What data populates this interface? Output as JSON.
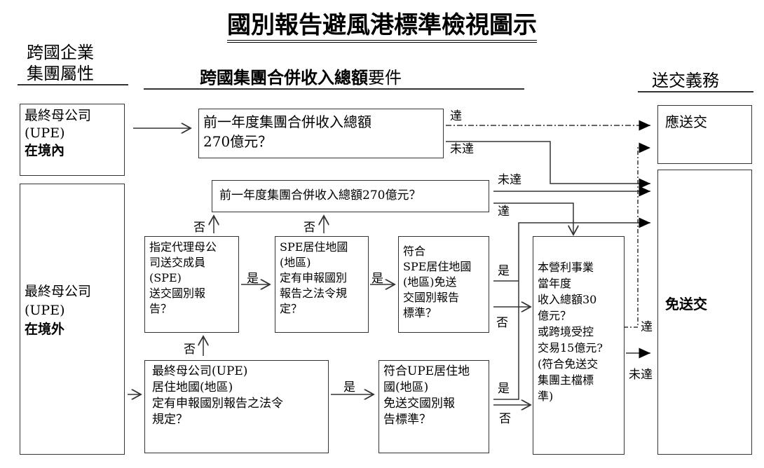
{
  "title": "國別報告避風港標準檢視圖示",
  "headers": {
    "entity_attr": "跨國企業\n集團屬性",
    "revenue_req_bold": "跨國集團合併收入總額",
    "revenue_req_rest": "要件",
    "obligation": "送交義務"
  },
  "boxes": {
    "upe_domestic": {
      "line1": "最終母公司\n(UPE)",
      "line2": "在境內"
    },
    "upe_foreign": {
      "line1": "最終母公司\n(UPE)",
      "line2": "在境外"
    },
    "q_revenue_domestic": "前一年度集團合併收入總額\n270億元？",
    "q_revenue_foreign": "前一年度集團合併收入總額270億元？",
    "q_spe_designated": "指定代理母公\n司送交成員\n(SPE)\n送交國別報\n告？",
    "q_spe_country_law": "SPE居住地國\n(地區)\n定有申報國別\n報告之法令規\n定？",
    "q_spe_exempt": "符合\nSPE居住地國\n(地區)免送\n交國別報告\n標準？",
    "q_upe_country_law": "最終母公司(UPE)\n居住地國(地區)\n定有申報國別報告之法令\n規定？",
    "q_upe_exempt": "符合UPE居住地\n國(地區)\n免送交國別報\n告標準？",
    "q_local_entity": "本營利事業\n當年度\n收入總額30\n億元？\n或跨境受控\n交易15億元?\n(符合免送交\n集團主檔標\n準)",
    "must_submit": "應送交",
    "exempt": "免送交"
  },
  "labels": {
    "reach": "達",
    "not_reach": "未達",
    "yes": "是",
    "no": "否"
  }
}
